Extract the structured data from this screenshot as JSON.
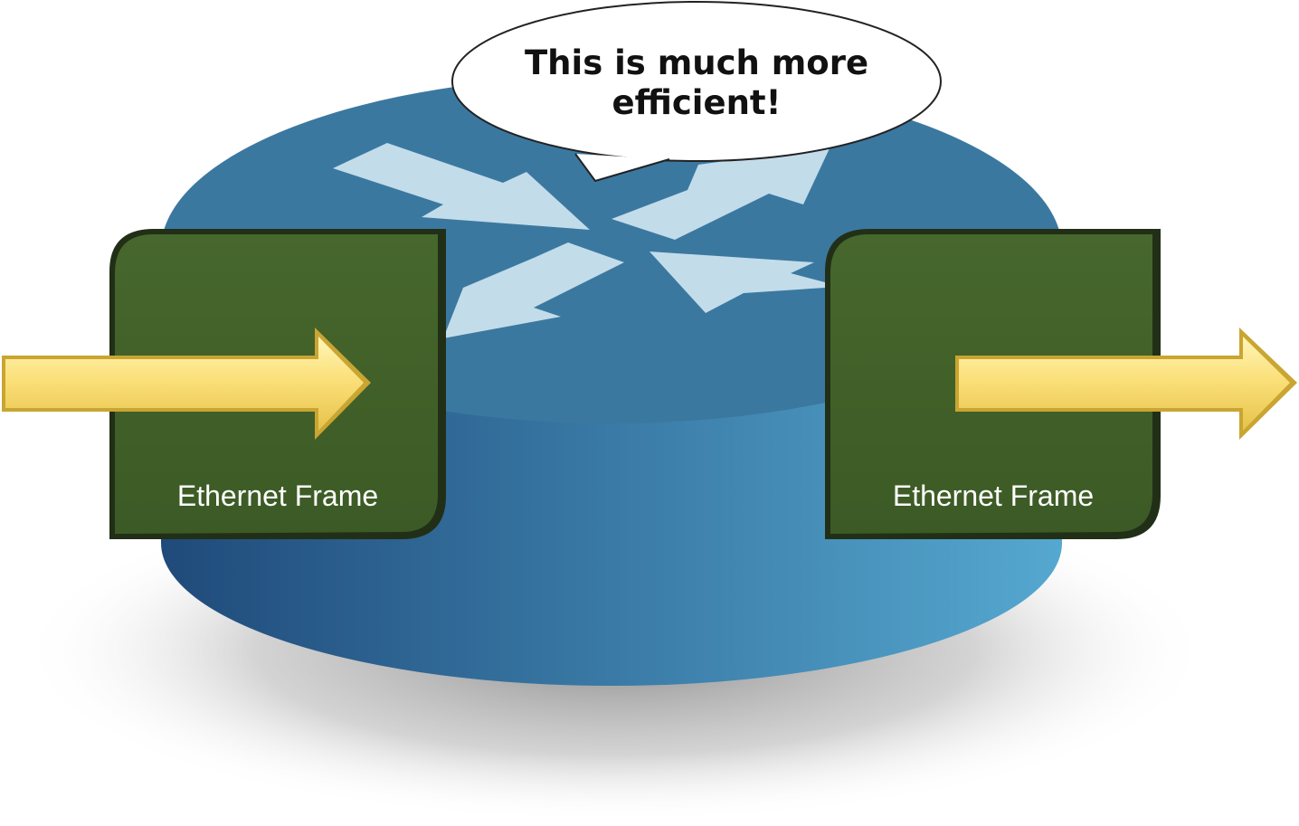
{
  "speech_bubble": {
    "line1": "This is much more",
    "line2": "efficient!"
  },
  "frames": [
    {
      "label": "Ethernet Frame"
    },
    {
      "label": "Ethernet Frame"
    }
  ],
  "colors": {
    "router_top": "#3b78a0",
    "router_side_dark": "#1f4a7a",
    "router_side_light": "#55a8d0",
    "router_arrows": "#c2dcea",
    "frame_fill": "#3f5e28",
    "frame_border": "#222f17",
    "flow_arrow": "#fbe07a",
    "bubble_fill": "#ffffff"
  },
  "icons": [
    "router-icon",
    "speech-bubble",
    "incoming-arrow-icon",
    "outgoing-arrow-icon"
  ]
}
